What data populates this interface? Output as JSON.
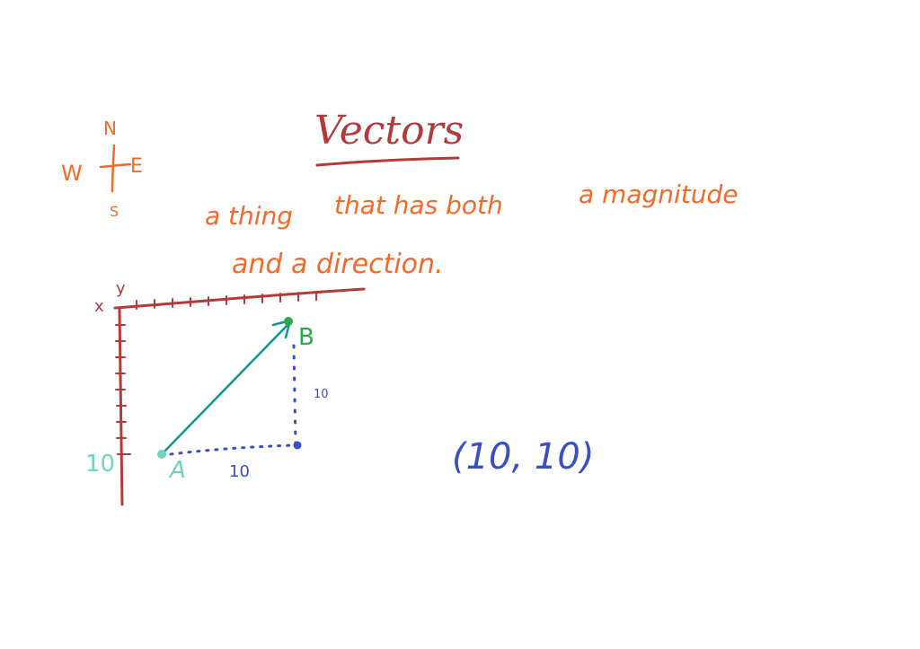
{
  "title": "Vectors",
  "definition": {
    "line1_a": "a thing",
    "line1_b": "that has both",
    "line1_c": "a magnitude",
    "line2": "and a direction."
  },
  "compass": {
    "north": "N",
    "south": "S",
    "east": "E",
    "west": "W"
  },
  "axes": {
    "x_label": "x",
    "y_label": "y",
    "y_tick_value": "10"
  },
  "points": {
    "a_label": "A",
    "b_label": "B"
  },
  "components": {
    "horizontal": "10",
    "vertical": "10"
  },
  "vector_notation": "(10, 10)",
  "colors": {
    "title": "#b33a3a",
    "definition": "#f26a2a",
    "axes": "#b33a3a",
    "vector": "#13968f",
    "point_a": "#6fd3c0",
    "point_b": "#2fa64a",
    "components": "#3a4fc0"
  }
}
